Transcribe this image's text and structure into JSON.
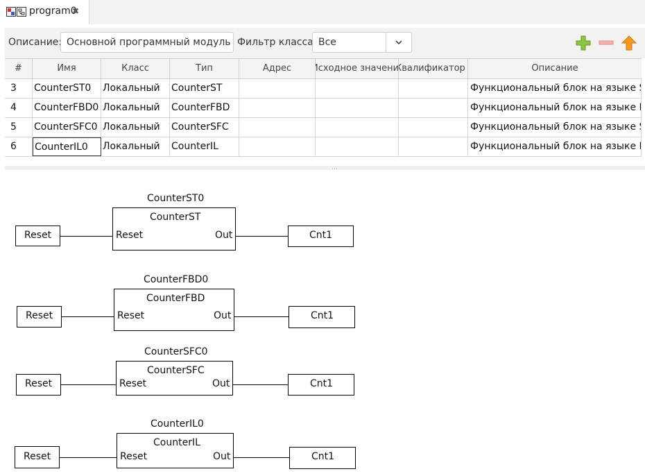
{
  "tab": {
    "title": "program0",
    "close_icon": "close-icon"
  },
  "filter": {
    "description_label": "Описание:",
    "description_value": "Основной программный модуль",
    "class_filter_label": "Фильтр класса:",
    "class_filter_value": "Все"
  },
  "toolbar": {
    "add_icon": "plus-icon",
    "remove_icon": "minus-icon",
    "up_icon": "arrow-up-icon"
  },
  "table": {
    "columns": [
      "#",
      "Имя",
      "Класс",
      "Тип",
      "Адрес",
      "Исходное значение",
      "Квалификатор",
      "Описание"
    ],
    "rows": [
      [
        "3",
        "CounterST0",
        "Локальный",
        "CounterST",
        "",
        "",
        "",
        "Функциональный блок на языке ST"
      ],
      [
        "4",
        "CounterFBD0",
        "Локальный",
        "CounterFBD",
        "",
        "",
        "",
        "Функциональный блок на языке FBD"
      ],
      [
        "5",
        "CounterSFC0",
        "Локальный",
        "CounterSFC",
        "",
        "",
        "",
        "Функциональный блок на языке SFC"
      ],
      [
        "6",
        "CounterIL0",
        "Локальный",
        "CounterIL",
        "",
        "",
        "",
        "Функциональный блок на языке IL"
      ]
    ]
  },
  "diagram": {
    "blocks": [
      {
        "instance": "CounterST0",
        "type": "CounterST",
        "input_pin": "Reset",
        "output_pin": "Out",
        "input_var": "Reset",
        "output_var": "Cnt1"
      },
      {
        "instance": "CounterFBD0",
        "type": "CounterFBD",
        "input_pin": "Reset",
        "output_pin": "Out",
        "input_var": "Reset",
        "output_var": "Cnt1"
      },
      {
        "instance": "CounterSFC0",
        "type": "CounterSFC",
        "input_pin": "Reset",
        "output_pin": "Out",
        "input_var": "Reset",
        "output_var": "Cnt1"
      },
      {
        "instance": "CounterIL0",
        "type": "CounterIL",
        "input_pin": "Reset",
        "output_pin": "Out",
        "input_var": "Reset",
        "output_var": "Cnt1"
      }
    ]
  }
}
